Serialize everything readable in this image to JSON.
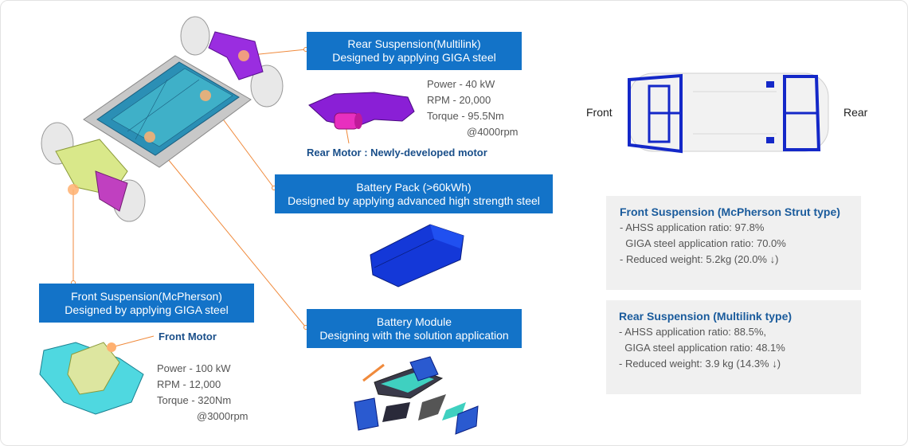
{
  "callouts": {
    "rear_suspension": [
      "Rear Suspension(Multilink)",
      "Designed by applying GIGA steel"
    ],
    "battery_pack": [
      "Battery Pack (>60kWh)",
      "Designed by applying advanced high strength steel"
    ],
    "front_suspension": [
      "Front Suspension(McPherson)",
      "Designed by applying GIGA steel"
    ],
    "battery_module": [
      "Battery Module",
      "Designing with the solution application"
    ]
  },
  "rear_motor": {
    "label": "Rear Motor : Newly-developed motor",
    "specs": [
      "Power - 40 kW",
      "RPM - 20,000",
      "Torque - 95.5Nm",
      "@4000rpm"
    ]
  },
  "front_motor": {
    "label": "Front Motor",
    "specs": [
      "Power - 100 kW",
      "RPM - 12,000",
      "Torque - 320Nm",
      "@3000rpm"
    ]
  },
  "chassis": {
    "front_label": "Front",
    "rear_label": "Rear"
  },
  "info_boxes": [
    {
      "title": "Front Suspension (McPherson Strut type)",
      "lines": [
        "- AHSS application ratio: 97.8%",
        "  GIGA steel application ratio: 70.0%",
        "- Reduced weight: 5.2kg (20.0% ↓)"
      ]
    },
    {
      "title": "Rear Suspension (Multilink type)",
      "lines": [
        "- AHSS application ratio: 88.5%,",
        "  GIGA steel application ratio: 48.1%",
        "- Reduced weight: 3.9 kg (14.3% ↓)"
      ]
    }
  ],
  "colors": {
    "callout_bg": "#1373c8",
    "box_bg": "#f0f0f0",
    "title_blue": "#1a5b9c",
    "leader": "#f08a3c",
    "battery_blue": "#1438d8",
    "suspension_purple": "#8a1fd6",
    "teal": "#3fd0d8"
  }
}
